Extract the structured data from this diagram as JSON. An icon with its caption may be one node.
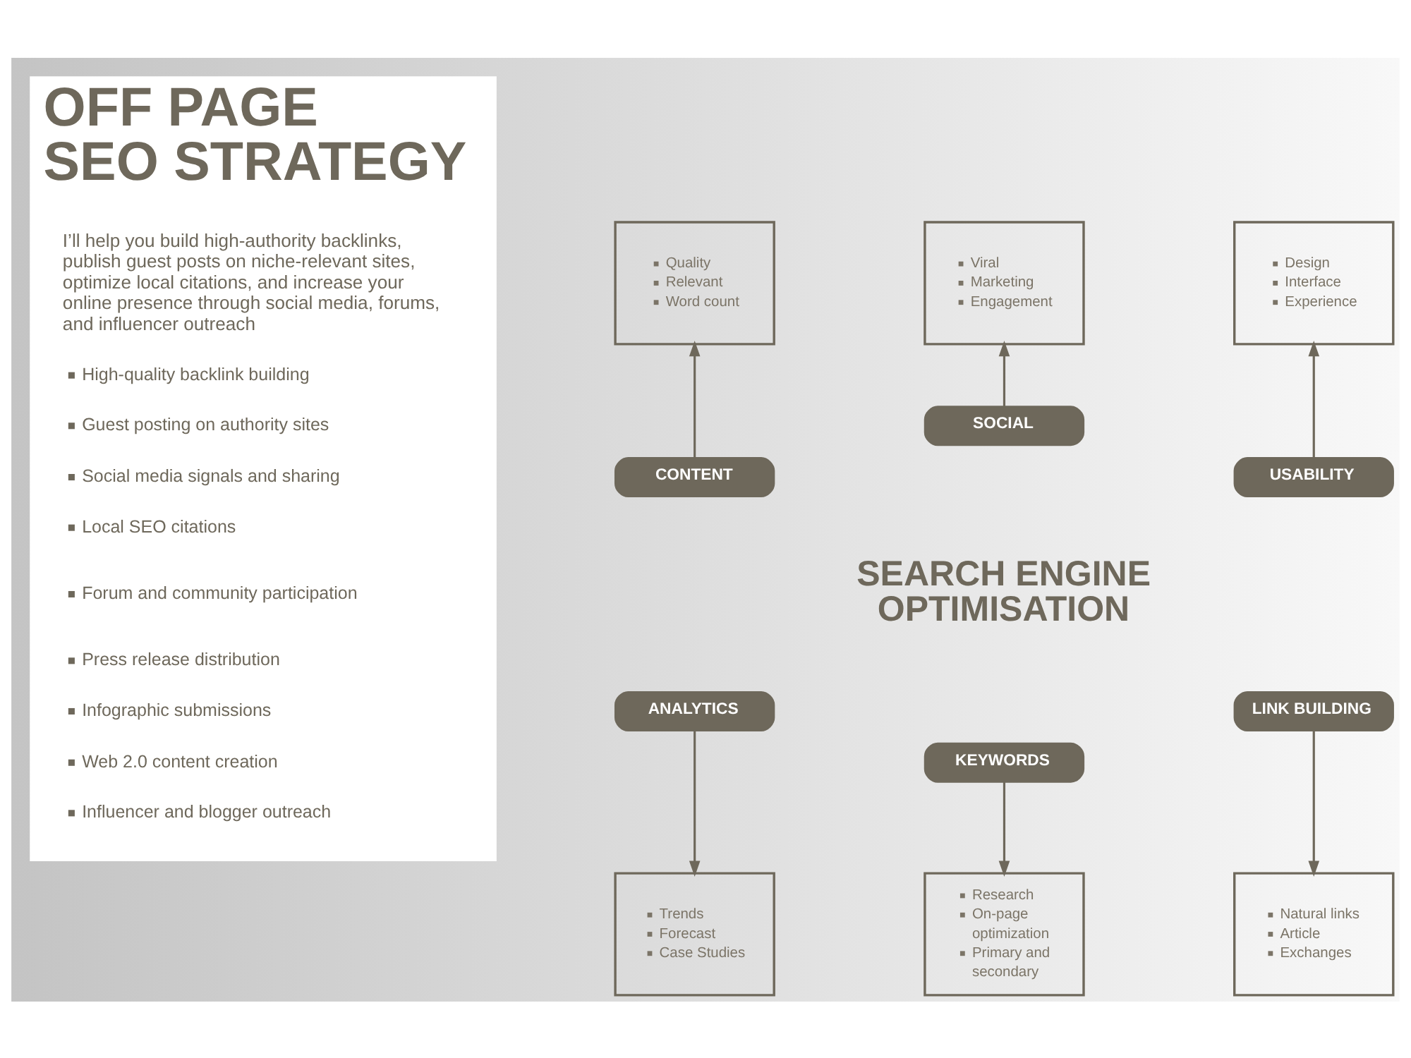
{
  "diagram": {
    "nodes": [
      {
        "text": [
          "OFF PAGE SEO STRATEGY"
        ]
      },
      {
        "text": [
          "Quality",
          "Relevant",
          "Word count"
        ]
      },
      {
        "text": [
          "Viral",
          "Marketing",
          "Engagement"
        ]
      },
      {
        "text": [
          "Design",
          "Interface",
          "Experience"
        ]
      },
      {
        "text": [
          "CONTENT"
        ]
      },
      {
        "text": [
          "SOCIAL"
        ]
      },
      {
        "text": [
          "USABILITY"
        ]
      },
      {
        "text": [
          "ANALYTICS"
        ]
      },
      {
        "text": [
          "KEYWORDS"
        ]
      },
      {
        "text": [
          "LINK BUILDING"
        ]
      },
      {
        "text": [
          "Trends",
          "Forecast",
          "Case Studies"
        ]
      },
      {
        "text": [
          "Research",
          "On-page optimization",
          "Primary and secondary"
        ]
      },
      {
        "text": [
          "Natural links",
          "Article",
          "Exchanges"
        ]
      }
    ],
    "edges": [
      {
        "from": 4,
        "to": 1,
        "arrow": "to"
      },
      {
        "from": 5,
        "to": 2,
        "arrow": "to"
      },
      {
        "from": 6,
        "to": 3,
        "arrow": "to"
      },
      {
        "from": 7,
        "to": 10,
        "arrow": "to"
      },
      {
        "from": 8,
        "to": 11,
        "arrow": "to"
      },
      {
        "from": 9,
        "to": 12,
        "arrow": "to"
      }
    ],
    "labels": [
      "I’ll help you build high-authority backlinks, publish guest posts on niche-relevant sites, optimize local citations, and increase your online presence through social media, forums, and influencer outreach",
      "High-quality backlink building",
      "Guest posting on authority sites",
      "Social media signals and sharing",
      "Local SEO citations",
      "Forum and community participation",
      "Press release distribution",
      "Infographic submissions",
      "Web 2.0 content creation",
      "Influencer and blogger outreach",
      "SEARCH ENGINE OPTIMISATION"
    ]
  }
}
